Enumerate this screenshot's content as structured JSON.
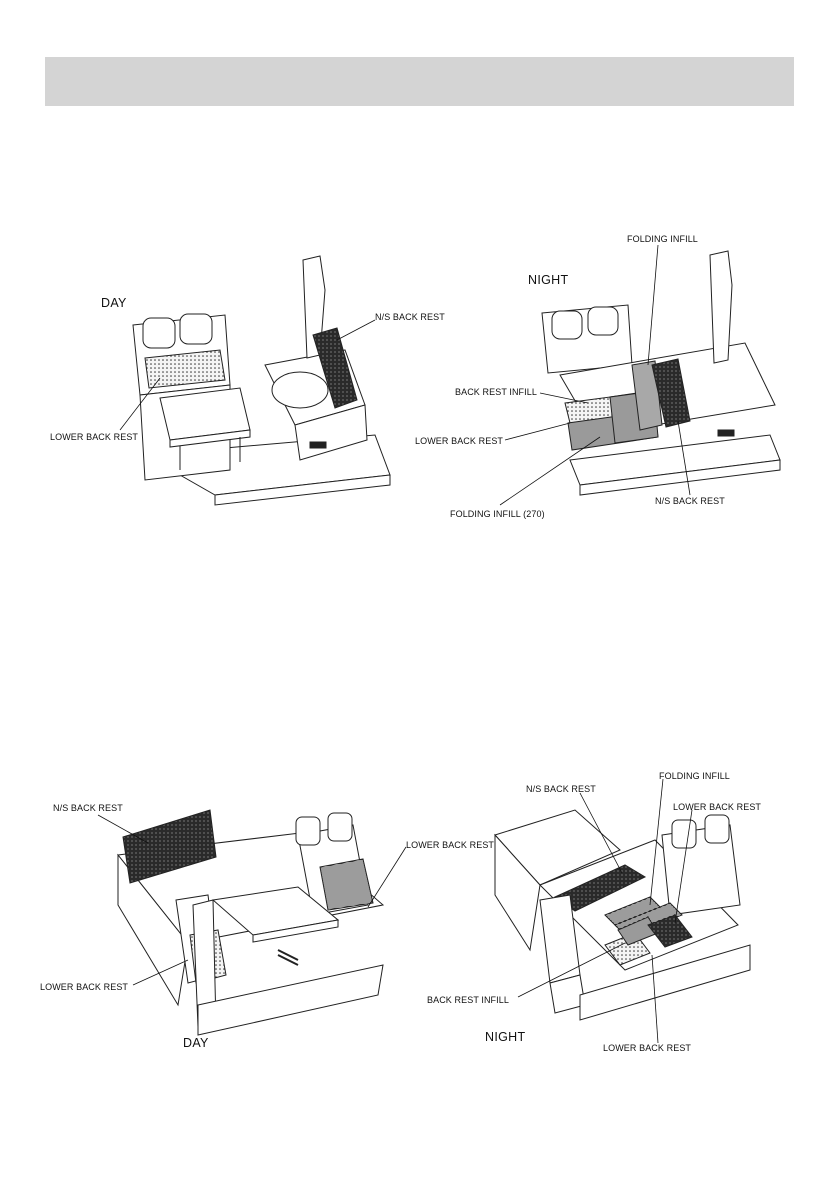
{
  "header": {
    "title": ""
  },
  "figures": [
    {
      "mode": "DAY",
      "labels": {
        "ns_back_rest": "N/S BACK REST",
        "lower_back_rest": "LOWER BACK REST"
      }
    },
    {
      "mode": "NIGHT",
      "labels": {
        "folding_infill": "FOLDING INFILL",
        "back_rest_infill": "BACK REST INFILL",
        "lower_back_rest": "LOWER BACK REST",
        "folding_infill_270": "FOLDING INFILL (270)",
        "ns_back_rest": "N/S BACK REST"
      }
    },
    {
      "mode": "DAY",
      "labels": {
        "ns_back_rest": "N/S BACK REST",
        "lower_back_rest_right": "LOWER BACK REST",
        "lower_back_rest_left": "LOWER BACK REST"
      }
    },
    {
      "mode": "NIGHT",
      "labels": {
        "ns_back_rest": "N/S BACK REST",
        "folding_infill": "FOLDING INFILL",
        "lower_back_rest_top": "LOWER BACK REST",
        "back_rest_infill": "BACK REST INFILL",
        "lower_back_rest_bottom": "LOWER BACK REST"
      }
    }
  ]
}
